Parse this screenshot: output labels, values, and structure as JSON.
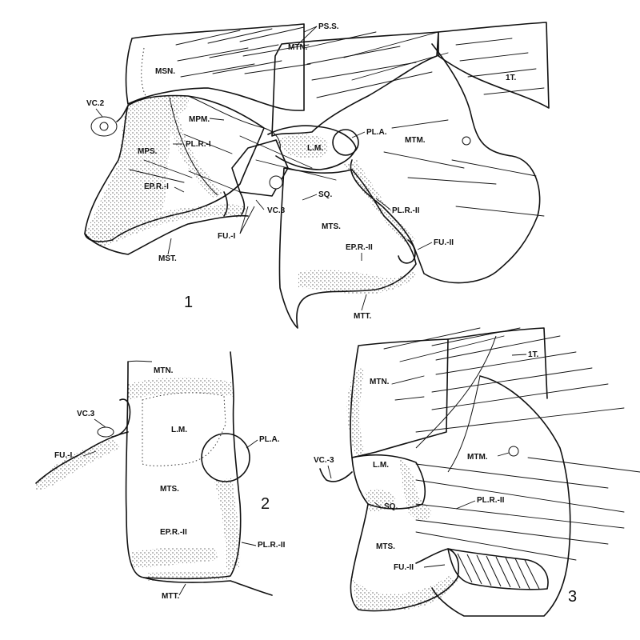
{
  "figures": [
    {
      "id": "1",
      "number": "1",
      "labels": [
        "PS.S.",
        "MSN.",
        "MTN.",
        "1T.",
        "VC.2",
        "MPM.",
        "PL.A.",
        "MPS.",
        "PL.R.-I",
        "L.M.",
        "MTM.",
        "EP.R.-I",
        "SQ.",
        "VC.3",
        "PL.R.-II",
        "FU.-I",
        "MTS.",
        "MST.",
        "EP.R.-II",
        "FU.-II",
        "MTT."
      ]
    },
    {
      "id": "2",
      "number": "2",
      "labels": [
        "MTN.",
        "VC.3",
        "L.M.",
        "PL.A.",
        "FU.-I",
        "MTS.",
        "EP.R.-II",
        "PL.R.-II",
        "MTT."
      ]
    },
    {
      "id": "3",
      "number": "3",
      "labels": [
        "1T.",
        "MTN.",
        "MTM.",
        "VC.-3",
        "L.M.",
        "SQ.",
        "PL.R.-II",
        "MTS.",
        "FU.-II"
      ]
    }
  ],
  "colors": {
    "ink": "#111111",
    "paper": "#ffffff"
  }
}
